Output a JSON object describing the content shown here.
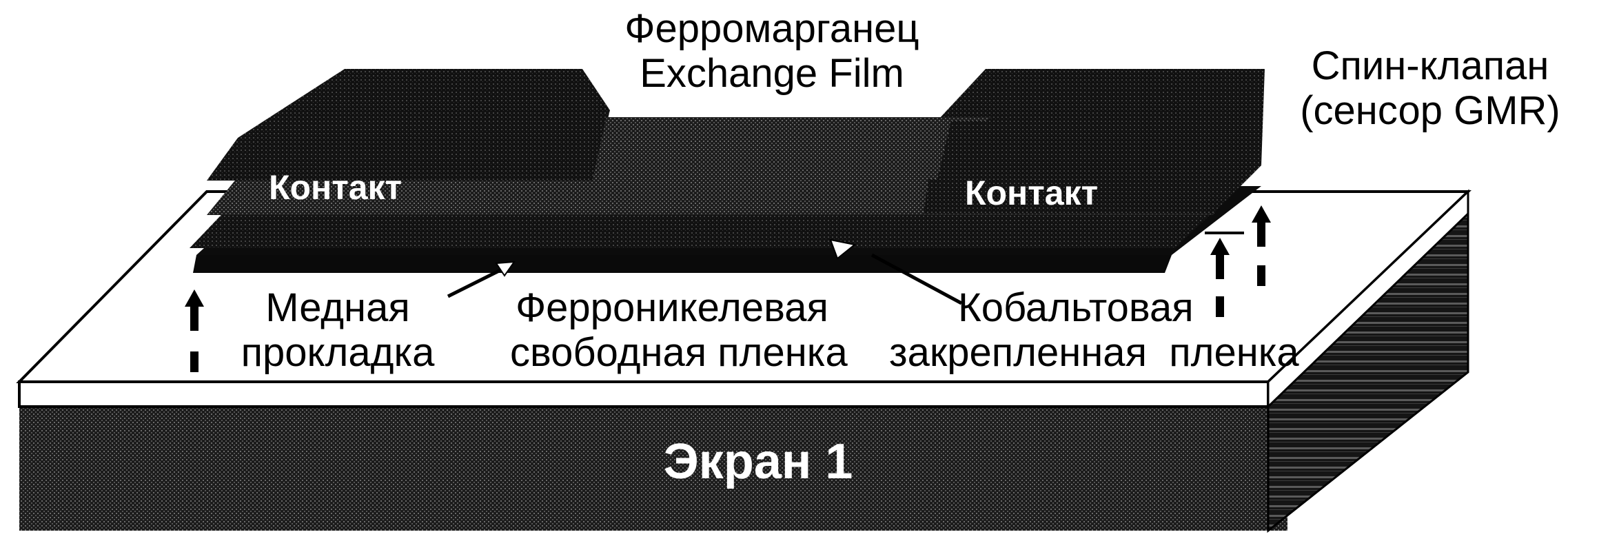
{
  "title": {
    "line1": "Ферромарганец",
    "line2": "Exchange Film"
  },
  "spin_valve": {
    "line1": "Спин-клапан",
    "line2": "(сенсор GMR)"
  },
  "contact_left": "Контакт",
  "contact_right": "Контакт",
  "copper_spacer": {
    "line1": "Медная",
    "line2": "прокладка"
  },
  "free_film": {
    "line1": "Ферроникелевая",
    "line2": "свободная пленка"
  },
  "pinned_film": {
    "line1": "Кобальтовая",
    "line2": "закрепленная  пленка"
  },
  "shield": "Экран 1",
  "colors": {
    "layer_dark": "#1a1a1a",
    "layer_stripe": "#3a3a3a",
    "background": "#ffffff",
    "ink": "#000000"
  }
}
